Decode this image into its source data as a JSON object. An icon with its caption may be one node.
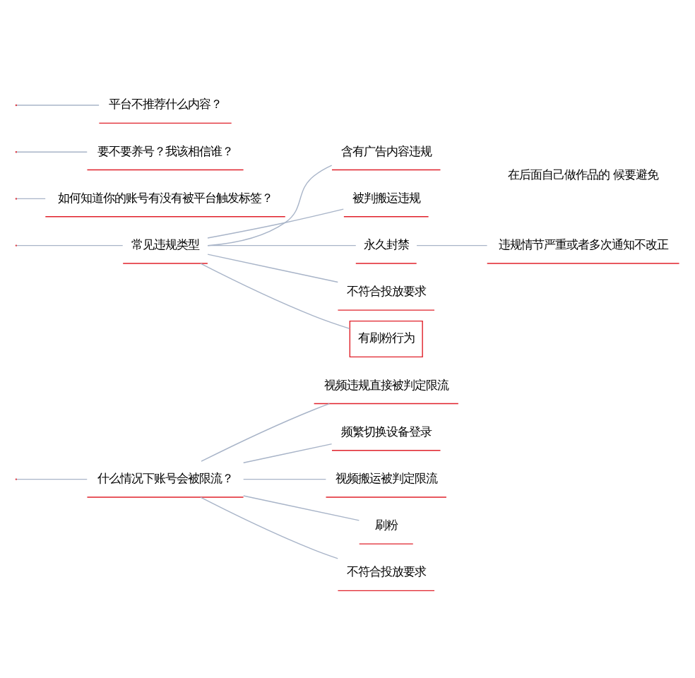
{
  "diagram": {
    "nodes": [
      {
        "text": [
          "什么情况下账号会被限流？"
        ]
      },
      {
        "text": [
          "视频违规直接被判定限流"
        ]
      },
      {
        "text": [
          "频繁切换设备登录"
        ]
      },
      {
        "text": [
          "视频搬运被判定限流"
        ]
      },
      {
        "text": [
          "刷粉"
        ]
      },
      {
        "text": [
          "不符合投放要求"
        ]
      },
      {
        "text": [
          "常见违规类型"
        ]
      },
      {
        "text": [
          "含有广告内容违规"
        ]
      },
      {
        "text": [
          "被判搬运违规"
        ]
      },
      {
        "text": [
          "永久封禁"
        ]
      },
      {
        "text": [
          "违规情节严重或者多次通知不改正"
        ]
      },
      {
        "text": [
          "不符合投放要求"
        ]
      },
      {
        "text": [
          "有刷粉行为"
        ]
      },
      {
        "text": [
          "在后面自己做作品的 候要避免"
        ]
      },
      {
        "text": [
          "如何知道你的账号有没有被平台触发标签？"
        ]
      },
      {
        "text": [
          "要不要养号？我该相信谁？"
        ]
      },
      {
        "text": [
          "平台不推荐什么内容？"
        ]
      }
    ],
    "edges": [
      {
        "from": null,
        "to": 0,
        "arrow": "none"
      },
      {
        "from": 0,
        "to": 1,
        "arrow": "none"
      },
      {
        "from": 0,
        "to": 2,
        "arrow": "none"
      },
      {
        "from": 0,
        "to": 3,
        "arrow": "none"
      },
      {
        "from": 0,
        "to": 4,
        "arrow": "none"
      },
      {
        "from": 0,
        "to": 5,
        "arrow": "none"
      },
      {
        "from": null,
        "to": 6,
        "arrow": "none"
      },
      {
        "from": 6,
        "to": 7,
        "arrow": "none"
      },
      {
        "from": 6,
        "to": 8,
        "arrow": "none"
      },
      {
        "from": 6,
        "to": 9,
        "arrow": "none"
      },
      {
        "from": 9,
        "to": 10,
        "arrow": "none"
      },
      {
        "from": 6,
        "to": 11,
        "arrow": "none"
      },
      {
        "from": 6,
        "to": 12,
        "arrow": "none"
      },
      {
        "from": null,
        "to": 14,
        "arrow": "none"
      },
      {
        "from": null,
        "to": 15,
        "arrow": "none"
      },
      {
        "from": null,
        "to": 16,
        "arrow": "none"
      }
    ]
  }
}
